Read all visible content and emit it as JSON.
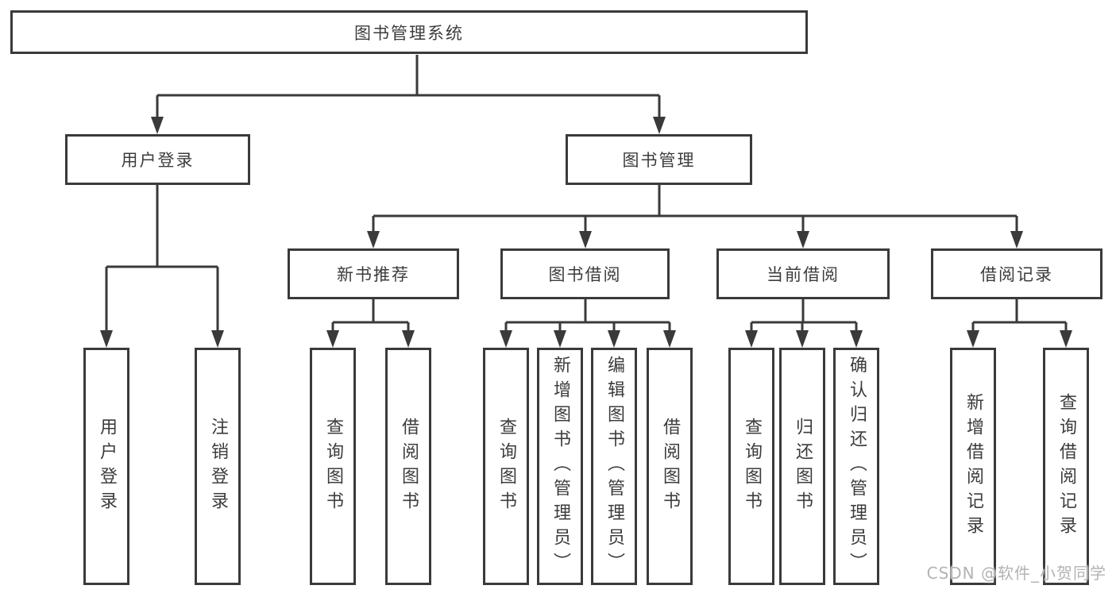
{
  "colors": {
    "line": "#3a3a3a",
    "text": "#3c3c3c",
    "watermark": "#b3b3b3",
    "bg": "#ffffff"
  },
  "watermark": {
    "text": "CSDN @软件_小贺同学"
  },
  "tree": {
    "root": {
      "label": "图书管理系统"
    },
    "level2": [
      {
        "label": "用户登录",
        "children": [
          {
            "label": "用户登录"
          },
          {
            "label": "注销登录"
          }
        ]
      },
      {
        "label": "图书管理",
        "children": [
          {
            "label": "新书推荐",
            "children": [
              {
                "label": "查询图书"
              },
              {
                "label": "借阅图书"
              }
            ]
          },
          {
            "label": "图书借阅",
            "children": [
              {
                "label": "查询图书"
              },
              {
                "label": "新增图书（管理员）"
              },
              {
                "label": "编辑图书（管理员）"
              },
              {
                "label": "借阅图书"
              }
            ]
          },
          {
            "label": "当前借阅",
            "children": [
              {
                "label": "查询图书"
              },
              {
                "label": "归还图书"
              },
              {
                "label": "确认归还（管理员）"
              }
            ]
          },
          {
            "label": "借阅记录",
            "children": [
              {
                "label": "新增借阅记录"
              },
              {
                "label": "查询借阅记录"
              }
            ]
          }
        ]
      }
    ]
  }
}
